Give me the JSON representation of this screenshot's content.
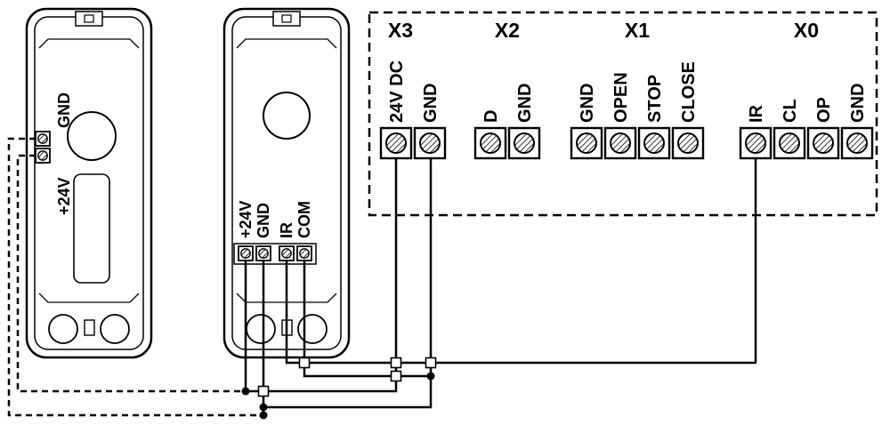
{
  "diagram": {
    "type": "photocell-wiring-diagram",
    "board": {
      "groups": [
        {
          "label": "X3",
          "terminals": [
            "24V DC",
            "GND"
          ]
        },
        {
          "label": "X2",
          "terminals": [
            "D",
            "GND"
          ]
        },
        {
          "label": "X1",
          "terminals": [
            "GND",
            "OPEN",
            "STOP",
            "CLOSE"
          ]
        },
        {
          "label": "X0",
          "terminals": [
            "IR",
            "CL",
            "OP",
            "GND"
          ]
        }
      ]
    },
    "transmitter": {
      "terminals": [
        "GND",
        "+24V"
      ]
    },
    "receiver": {
      "terminals": [
        "+24V",
        "GND",
        "IR",
        "COM"
      ]
    },
    "colors": {
      "line": "#000000",
      "background": "#ffffff"
    }
  }
}
